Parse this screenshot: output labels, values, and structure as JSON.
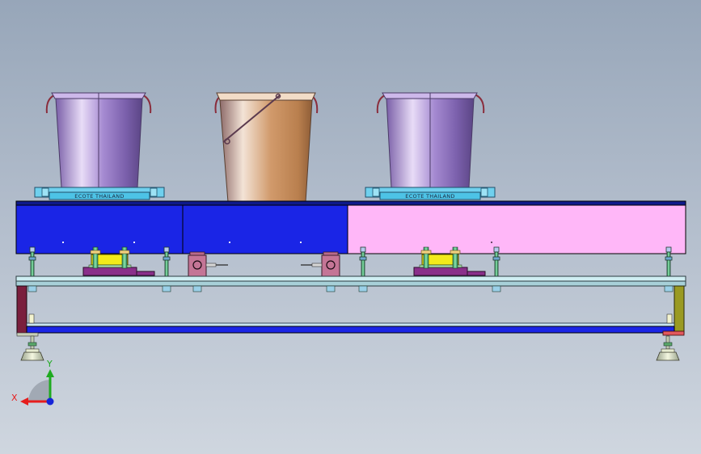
{
  "scene": {
    "background_top": "#97a6b9",
    "background_bottom": "#cfd6df"
  },
  "weighing_stations": [
    {
      "id": "left",
      "label": "ECOTE THAILAND",
      "bucket_color": "#a58ad1"
    },
    {
      "id": "center",
      "label": "",
      "bucket_color": "#d19a6b"
    },
    {
      "id": "right",
      "label": "ECOTE THAILAND",
      "bucket_color": "#a58ad1"
    }
  ],
  "panels": {
    "left_color": "#1a25e6",
    "center_color": "#1a25e6",
    "right_color": "#ffb7f8"
  },
  "triad": {
    "y_label": "Y",
    "x_label": "X",
    "y_color": "#1faa20",
    "x_color": "#e61d1d",
    "z_color": "#1624d8"
  },
  "colors": {
    "frame_rail": "#bfe3e8",
    "bottom_beam": "#1a25e6",
    "load_cell": "#c47596",
    "bracket_yellow": "#f2ea1a",
    "bolt_green": "#3bb272",
    "tray_cyan": "#4dc3e6"
  }
}
